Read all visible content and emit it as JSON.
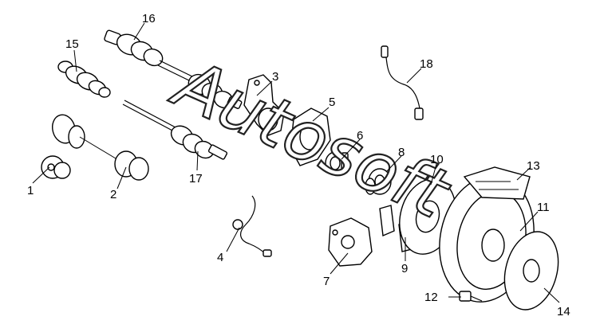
{
  "watermark": "Autosoft",
  "callouts": [
    {
      "id": "c1",
      "text": "1"
    },
    {
      "id": "c2",
      "text": "2"
    },
    {
      "id": "c3",
      "text": "3"
    },
    {
      "id": "c4",
      "text": "4"
    },
    {
      "id": "c5",
      "text": "5"
    },
    {
      "id": "c6",
      "text": "6"
    },
    {
      "id": "c7",
      "text": "7"
    },
    {
      "id": "c8",
      "text": "8"
    },
    {
      "id": "c9",
      "text": "9"
    },
    {
      "id": "c10",
      "text": "10"
    },
    {
      "id": "c11",
      "text": "11"
    },
    {
      "id": "c12",
      "text": "12"
    },
    {
      "id": "c13",
      "text": "13"
    },
    {
      "id": "c14",
      "text": "14"
    },
    {
      "id": "c15",
      "text": "15"
    },
    {
      "id": "c16",
      "text": "16"
    },
    {
      "id": "c17",
      "text": "17"
    },
    {
      "id": "c18",
      "text": "18"
    }
  ]
}
